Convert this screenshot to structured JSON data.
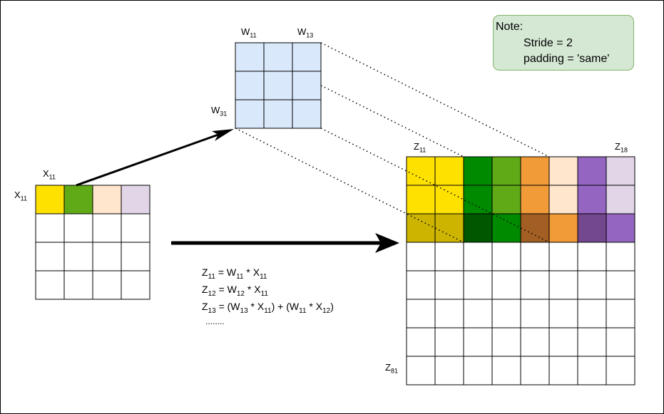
{
  "note": {
    "title": "Note:",
    "line1": "Stride = 2",
    "line2": "padding = 'same'"
  },
  "kernel": {
    "rows": 3,
    "cols": 3,
    "fill": "#dae8fc",
    "label_w11": "W",
    "label_w11_sub": "11",
    "label_w13": "W",
    "label_w13_sub": "13",
    "label_w31": "W",
    "label_w31_sub": "31"
  },
  "input": {
    "rows": 4,
    "cols": 4,
    "first_row_colors": [
      "#ffe100",
      "#60a917",
      "#ffe6cc",
      "#e1d5e7"
    ],
    "label_top": "X",
    "label_top_sub": "11",
    "label_left": "X",
    "label_left_sub": "11"
  },
  "output": {
    "rows": 8,
    "cols": 8,
    "colored_rows": [
      [
        "#ffe100",
        "#ffe100",
        "#008a00",
        "#60a917",
        "#f09a38",
        "#ffe6cc",
        "#9466c2",
        "#e1d5e7"
      ],
      [
        "#ffe100",
        "#ffe100",
        "#008a00",
        "#60a917",
        "#f09a38",
        "#ffe6cc",
        "#9466c2",
        "#e1d5e7"
      ],
      [
        "#ccb400",
        "#ccb400",
        "#005700",
        "#008a00",
        "#a35e24",
        "#f09a38",
        "#74488f",
        "#9466c2"
      ]
    ],
    "label_z11": "Z",
    "label_z11_sub": "11",
    "label_z18": "Z",
    "label_z18_sub": "18",
    "label_z81": "Z",
    "label_z81_sub": "81"
  },
  "equations": {
    "eq1_lhs": "Z",
    "eq1_lhs_sub": "11",
    "eq1_rhs_a": " =  W",
    "eq1_rhs_a_sub": "11",
    "eq1_rhs_b": " * X",
    "eq1_rhs_b_sub": "11",
    "eq2_lhs": "Z",
    "eq2_lhs_sub": "12",
    "eq2_rhs_a": " =  W",
    "eq2_rhs_a_sub": "12",
    "eq2_rhs_b": " * X",
    "eq2_rhs_b_sub": "11",
    "eq3_lhs": "Z",
    "eq3_lhs_sub": "13",
    "eq3_p1": " =  (W",
    "eq3_p1_sub": "13",
    "eq3_p2": " * X",
    "eq3_p2_sub": "11",
    "eq3_p3": ") + (W",
    "eq3_p3_sub": "11",
    "eq3_p4": " * X",
    "eq3_p4_sub": "12",
    "eq3_p5": ")",
    "ellipsis": "........"
  }
}
